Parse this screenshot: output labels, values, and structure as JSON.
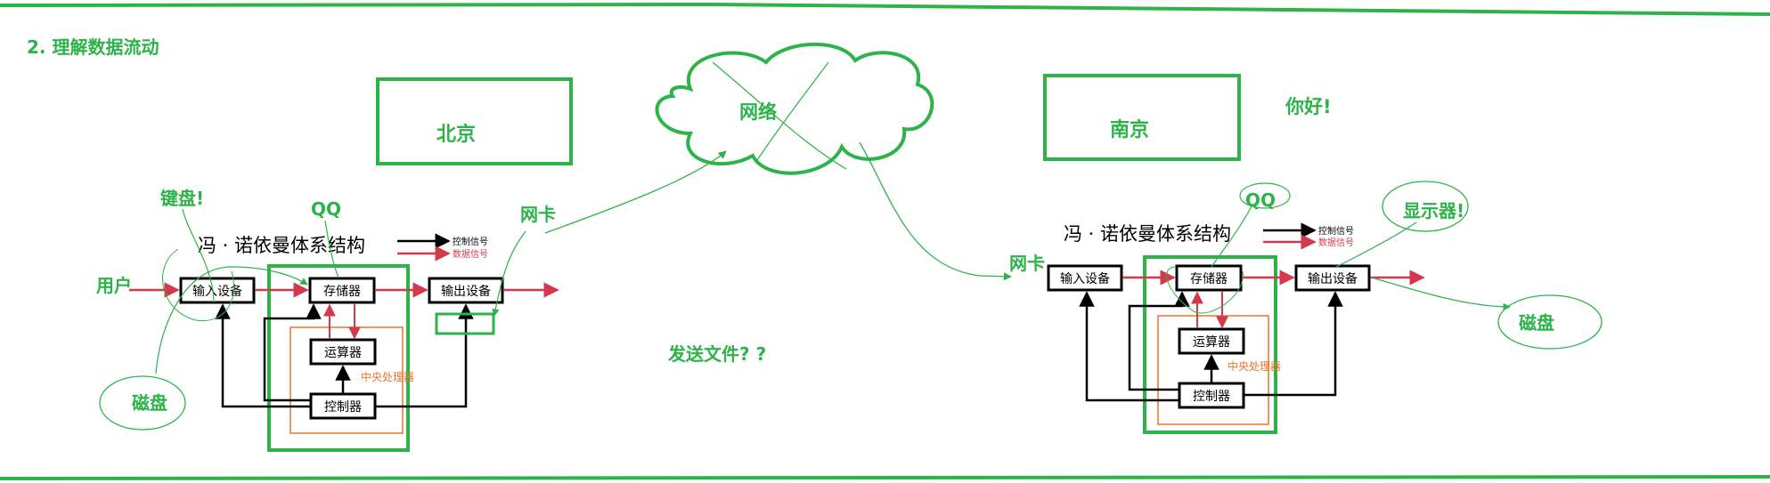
{
  "section_title": "2. 理解数据流动",
  "places": {
    "left": "北京",
    "right": "南京"
  },
  "cloud_label": "网络",
  "greeting": "你好!",
  "center_note": "发送文件? ?",
  "diagram": {
    "title": "冯 · 诺依曼体系结构",
    "legend_control": "控制信号",
    "legend_data": "数据信号",
    "input": "输入设备",
    "storage": "存储器",
    "alu": "运算器",
    "control": "控制器",
    "output": "输出设备",
    "cpu": "中央处理器"
  },
  "annotations_left": {
    "keyboard": "键盘!",
    "qq": "QQ",
    "nic": "网卡",
    "user": "用户",
    "disk": "磁盘"
  },
  "annotations_right": {
    "nic": "网卡",
    "qq": "QQ",
    "display": "显示器!",
    "disk": "磁盘"
  },
  "colors": {
    "annotation_green": "#2db34a",
    "data_signal_red": "#d23a4b",
    "control_signal_black": "#000000",
    "cpu_orange": "#e8762d"
  }
}
